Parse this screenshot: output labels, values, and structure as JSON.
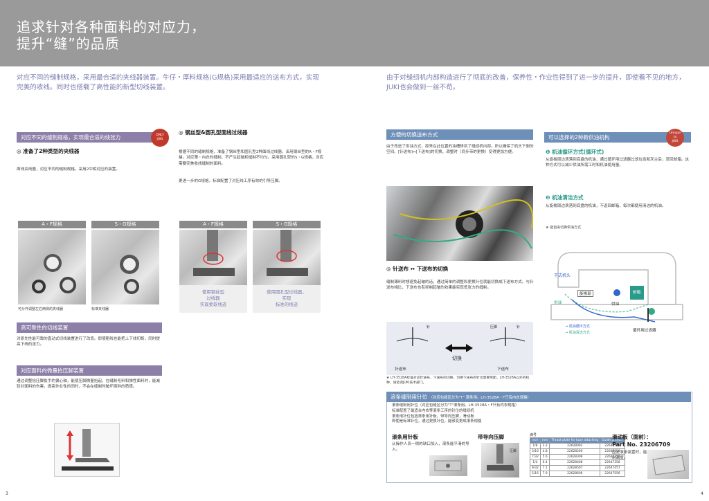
{
  "header": {
    "title_line1": "追求针对各种面料的对应力，",
    "title_line2": "提升“缝”的品质"
  },
  "left_intro": "对应不同的缝制规格，采用最合适的夹线器装置。牛仔・厚料规格(G规格)采用最适应的送布方式，实现完美的收线。同时也搭载了高性能的新型切线装置。",
  "right_intro": "由于对缝纫机内部构造进行了彻底的改善，保养性・作业性得到了进一步的提升，即使看不见的地方，JUKI也会做到一丝不苟。",
  "sec1": {
    "bar": "对应不同的缝制规格，实现最合适的线张力",
    "badge_line1": "ONLY",
    "badge_line2": "JUKI",
    "sub": "◎ 准备了2种类型的夹线器",
    "text": "面线夹线器，对应不同的缝制规格，采用2中相对应的装置。",
    "label_af": "A・F规格",
    "label_sg": "S・G规格",
    "cap1": "可分开调整左右两侧的夹线器",
    "cap2": "标准夹线器"
  },
  "sec2": {
    "sub": "◎ 钢丝型&圆孔型面线过线器",
    "text1": "根据不同的缝制规格，准备了钢丝型和圆孔型2种面线过线器。采用钢丝型的A・F规格，对应薄・内衣的缝制，不产生起皱和缝制不均匀。采用圆孔型的S・G规格，对应需要完美收线缝制的面料。",
    "text2": "更进一步的G规格，标准配置了对压线工序有效的引导压脚。",
    "label_af": "A・F规格",
    "label_sg": "S・G规格",
    "cap_af": [
      "使用钢丝型",
      "过线器",
      "实现柔软线迹"
    ],
    "cap_sg": [
      "使用圆孔型过线器，",
      "实现",
      "标准的线迹"
    ]
  },
  "sec3": {
    "bar": "高可靠性的切线装置",
    "text": "对原先性能可靠的直动式切线装置进行了改良。即使粗线也能把上下线切断，同时提高下线的张力。"
  },
  "sec4": {
    "bar": "对应面料的微量抬压脚装置",
    "text": "通过调整抬压脚扳手的偏心轴，能使压脚微量抬起。在缝制毛料和弹性面料时，能减轻对面料的伤害，提高作业性的同时，不会在缝制时破坏面料的质感。"
  },
  "sec5": {
    "bar": "方便的切换送布方式",
    "text": "由于改进了供油方式，原来在此位置的油槽移到了缝纫机内部。所以确保了机头下侧的空间。[针送布]↔[下送布]的切换，调整时（同步带的更换）变得更加方便。",
    "sub": "◎ 针送布 ↔ 下送布的切换",
    "text2": "缝制薄料时想避免起皱的话，通过简单的调整和更换针位就能切换成下送布方式。与针送布相比，下送布也有抑制起皱的效果能实现低张力的缝制。",
    "diag_needle": "针",
    "diag_presser": "压脚",
    "diag_needle2": "针",
    "diag_switch": "切换",
    "diag_left": "针送布",
    "diag_right": "下送布",
    "note": "★ LH-3528A标准对应针送布，下送布的切换。切换下送布的针位需要另配。LH-3528A以外的机种，请咨询JUKI技术部门。"
  },
  "sec6": {
    "bar": "可以选择的2种新供油机构",
    "badge_line1": "Unique",
    "badge_line2": "to",
    "badge_line3": "JUKI",
    "h1": "❶ 机油循环方式(循环式)",
    "t1": "从旋梭周边滴落到底盘的机油，通过循环用过滤器过滤垃圾和灰尘后，流回邮箱。这种方式可以减少供油所需工时和机油使用量。",
    "h2": "❷ 机油清洁方式",
    "t2": "从旋梭周边滴落到底盘的机油，不返回邮箱，每次都使用清洁的机油。",
    "note": "★ 能自由切换供油方式",
    "d_head": "干式机头",
    "d_hook": "旋梭部",
    "d_tank": "邮箱",
    "d_supply": "供油",
    "d_supply2": "供油",
    "d_filter": "循环用过滤器",
    "legend1": "→ 机油循环方式",
    "legend2": "→ 机油清洁方式"
  },
  "sec7": {
    "bar": "滚条缝制用针位",
    "bar_note": "（对应包缝区分为\"T\" 滚条用。LH-3528A・F只有内衣规格）",
    "text": "滚条缝制用针位（对应包缝区分为\"T\"滚条用。LH-3528A・F只有内衣规格）\n标准配置了最适合内衣等滚条工序的针位的缝纫机\n滚条用针位包括滚条用针板，带导向压脚，滑动板\n即使是标准针位，通过更换针位，能够变更成滚条规格",
    "plate_title": "滚条用针板",
    "plate_text": "从操作人员一侧的缺口加入，滚条能平滑的导入。",
    "foot_title": "带导向压脚",
    "foot_label": "压脚",
    "table_title": "滴号",
    "table_headers": [
      "inch",
      "mm",
      "Throat plate for tape attaching",
      "Guide presser"
    ],
    "table_rows": [
      [
        "1/8",
        "3.2",
        "22628002",
        "22647351"
      ],
      [
        "3/16",
        "4.8",
        "22628200",
        "22647150"
      ],
      [
        "7/32",
        "5.6",
        "22628309",
        "22647259"
      ],
      [
        "1/4",
        "6.4",
        "22628408",
        "22647358"
      ],
      [
        "9/32",
        "7.1",
        "22628507",
        "22647457"
      ],
      [
        "5/16",
        "7.9",
        "22628606",
        "22647556"
      ]
    ],
    "slide_title": "滑动板（面前）：",
    "slide_part": "Part No. 23206709",
    "slide_text": "固定滚条装置时，能抑制高度。"
  },
  "page_left": "3",
  "page_right": "4"
}
